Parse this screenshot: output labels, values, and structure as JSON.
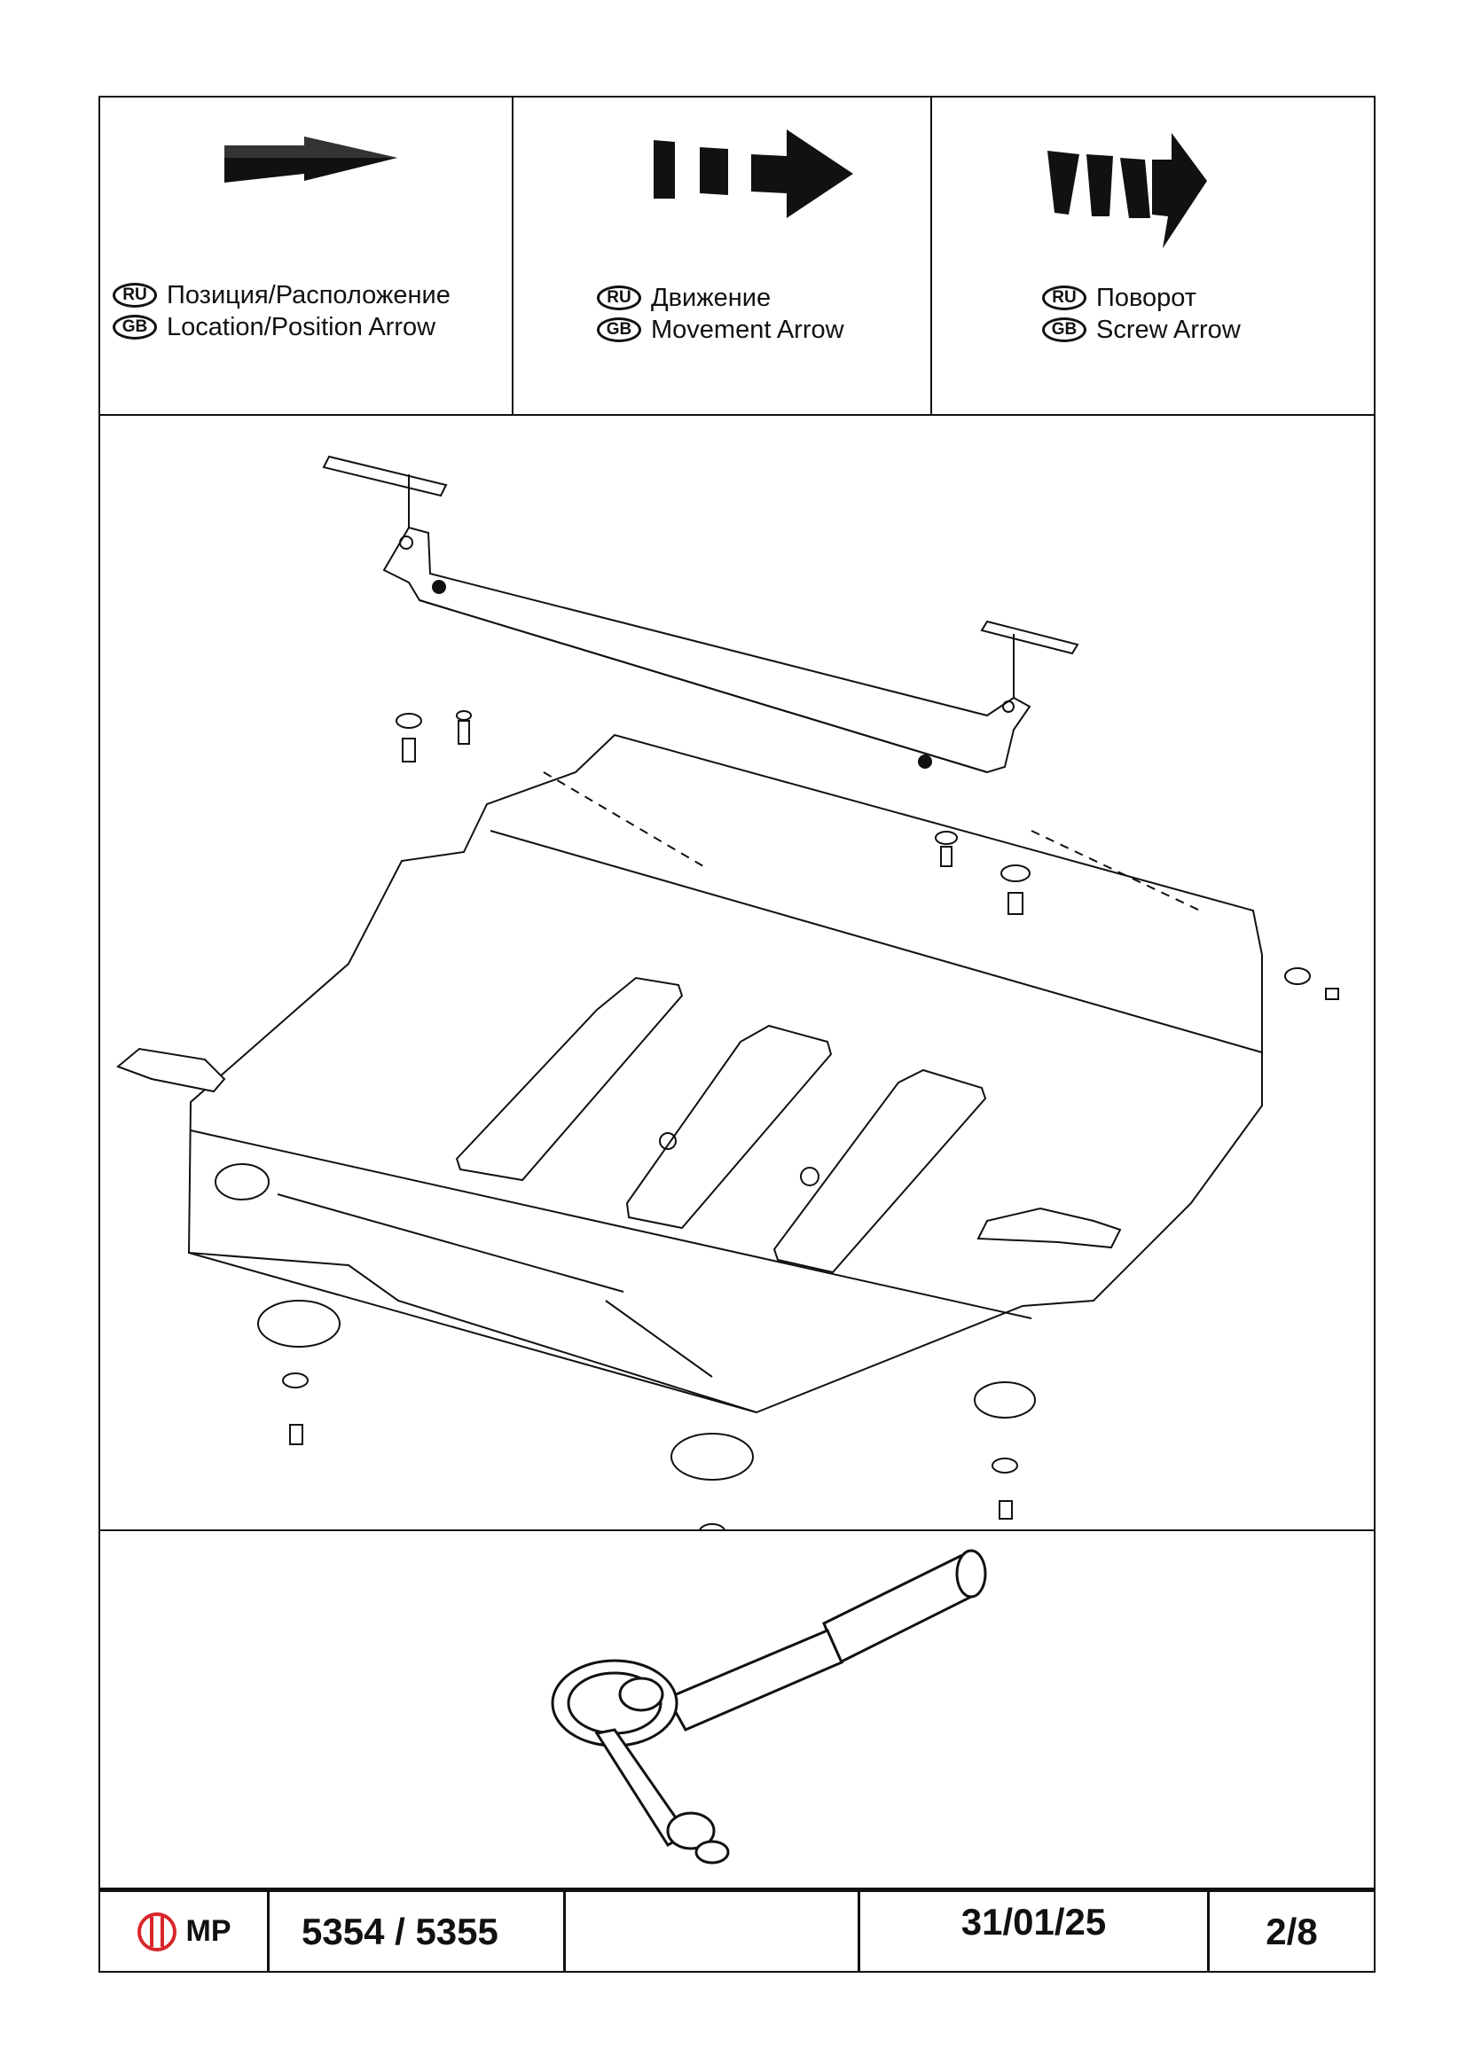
{
  "legend": {
    "items": [
      {
        "ru_badge": "RU",
        "gb_badge": "GB",
        "ru_label": "Позиция/Расположение",
        "gb_label": "Location/Position Arrow",
        "icon": "location-arrow-icon"
      },
      {
        "ru_badge": "RU",
        "gb_badge": "GB",
        "ru_label": "Движение",
        "gb_label": "Movement Arrow",
        "icon": "movement-arrow-icon"
      },
      {
        "ru_badge": "RU",
        "gb_badge": "GB",
        "ru_label": "Поворот",
        "gb_label": "Screw Arrow",
        "icon": "screw-arrow-icon"
      }
    ]
  },
  "diagram": {
    "description_icon": "skid-plate-exploded-view",
    "tool_icon": "ratchet-wrench-icon"
  },
  "footer": {
    "brand": "MP",
    "part_numbers": "5354 / 5355",
    "blank": "",
    "date": "31/01/25",
    "page": "2/8"
  },
  "colors": {
    "brand_red": "#d9262b",
    "ink": "#111111"
  }
}
